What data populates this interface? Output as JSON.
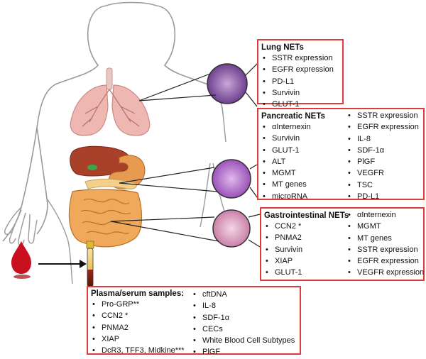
{
  "lung": {
    "title": "Lung NETs",
    "items": [
      "SSTR expression",
      "EGFR expression",
      "PD-L1",
      "Survivin",
      "GLUT-1"
    ]
  },
  "pancreatic": {
    "title": "Pancreatic NETs",
    "items_left": [
      "αInternexin",
      "Survivin",
      "GLUT-1",
      "ALT",
      "MGMT",
      "MT genes",
      "microRNA"
    ],
    "items_right": [
      "SSTR expression",
      "EGFR expression",
      "IL-8",
      "SDF-1α",
      "PlGF",
      "VEGFR",
      "TSC",
      "PD-L1"
    ]
  },
  "gastrointestinal": {
    "title": "Gastrointestinal NETs",
    "items_left": [
      "CCN2 *",
      "PNMA2",
      "Survivin",
      "XIAP",
      "GLUT-1"
    ],
    "items_right": [
      "αInternexin",
      "MGMT",
      "MT genes",
      "SSTR expression",
      "EGFR expression",
      "VEGFR expression"
    ]
  },
  "plasma": {
    "title": "Plasma/serum samples:",
    "items_left": [
      "Pro-GRP**",
      "CCN2 *",
      "PNMA2",
      "XIAP",
      "DcR3, TFF3, Midkine***"
    ],
    "items_right": [
      "cftDNA",
      "IL-8",
      "SDF-1α",
      "CECs",
      "White Blood Cell Subtypes",
      "PlGF"
    ]
  },
  "colors": {
    "box_border": "#e03a3a",
    "blood": "#c8101e",
    "lung_tissue": "#e8a9a6",
    "liver": "#a33a22",
    "stomach": "#e69a4c",
    "intestine": "#f0a85a",
    "histology": "#9b5fb8"
  }
}
